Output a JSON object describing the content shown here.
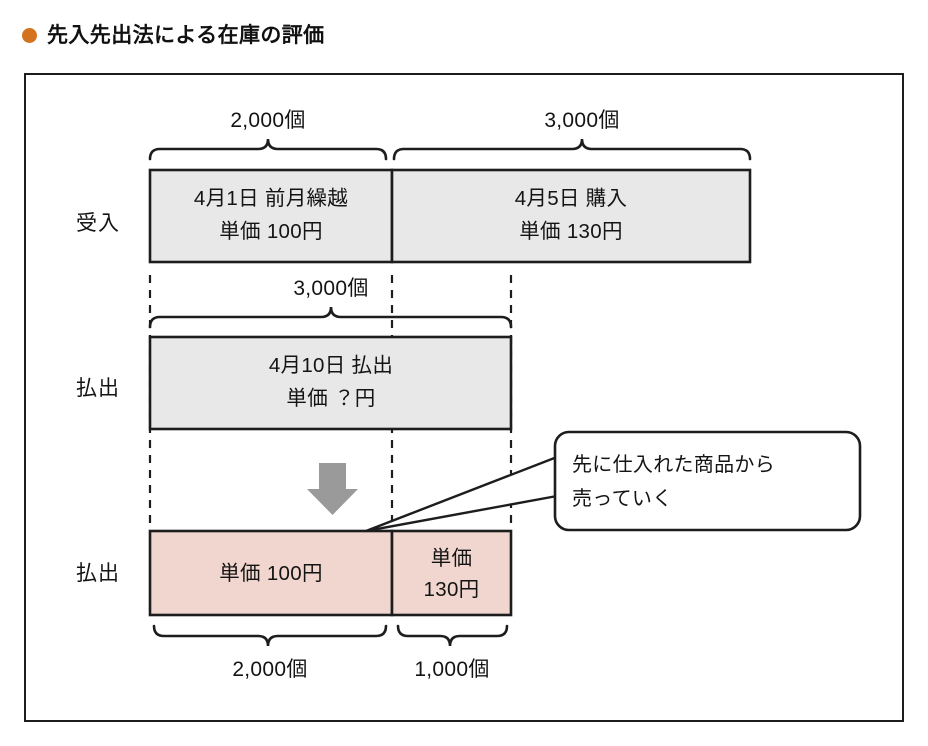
{
  "title": {
    "bullet_icon": "filled-circle-icon",
    "bullet_color": "#d4731d",
    "text": "先入先出法による在庫の評価"
  },
  "colors": {
    "frame_border": "#1d1d1d",
    "box_border": "#1d1d1d",
    "receipt_fill": "#e8e8e8",
    "issue_fill": "#e8e8e8",
    "result_fill": "#f0d6cf",
    "arrow_fill": "#9a9a9a",
    "dash_line": "#1d1d1d",
    "text": "#141414"
  },
  "rows": {
    "receipt": {
      "label": "受入",
      "top_brackets": [
        {
          "name": "carryover-qty",
          "text": "2,000個"
        },
        {
          "name": "purchase-qty",
          "text": "3,000個"
        }
      ],
      "boxes": [
        {
          "name": "carryover-box",
          "line1": "4月1日 前月繰越",
          "line2": "単価 100円"
        },
        {
          "name": "purchase-box",
          "line1": "4月5日 購入",
          "line2": "単価 130円"
        }
      ]
    },
    "issue": {
      "label": "払出",
      "top_brackets": [
        {
          "name": "issue-qty",
          "text": "3,000個"
        }
      ],
      "boxes": [
        {
          "name": "issue-box",
          "line1": "4月10日 払出",
          "line2": "単価 ？円"
        }
      ]
    },
    "result": {
      "label": "払出",
      "arrow_icon": "down-arrow-icon",
      "boxes": [
        {
          "name": "result-box-100",
          "line1": "単価 100円",
          "line2": ""
        },
        {
          "name": "result-box-130",
          "line1": "単価",
          "line2": "130円"
        }
      ],
      "bottom_brackets": [
        {
          "name": "result-qty-100",
          "text": "2,000個"
        },
        {
          "name": "result-qty-130",
          "text": "1,000個"
        }
      ]
    }
  },
  "callout": {
    "name": "fifo-explanation-callout",
    "line1": "先に仕入れた商品から",
    "line2": "売っていく"
  }
}
